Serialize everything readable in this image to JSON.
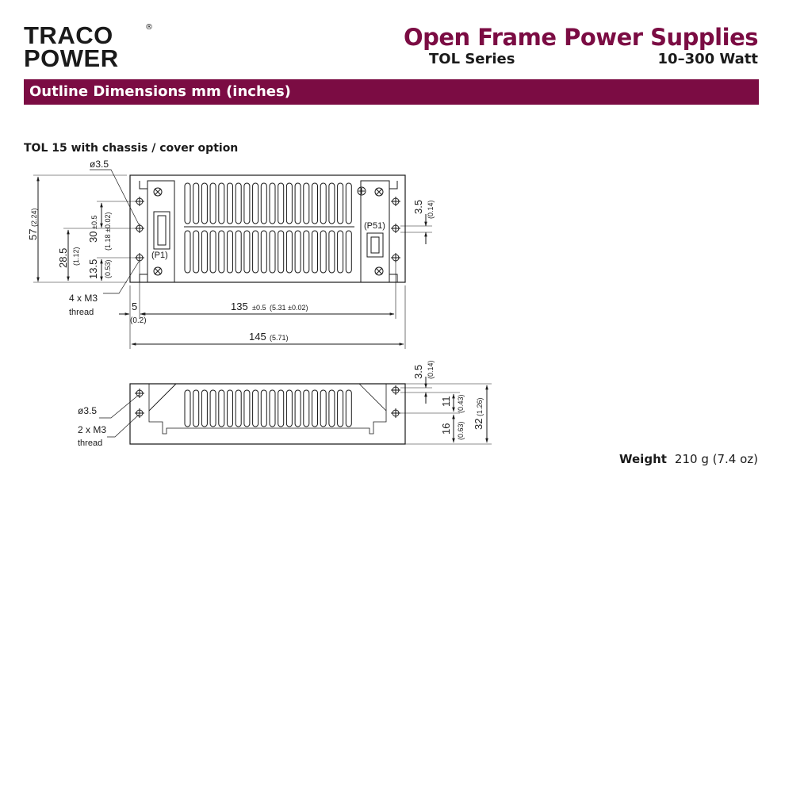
{
  "header": {
    "logo_line1": "TRACO",
    "logo_line2": "POWER",
    "logo_reg": "®",
    "title": "Open Frame Power Supplies",
    "series": "TOL Series",
    "wattage": "10–300 Watt"
  },
  "banner": {
    "label": "Outline Dimensions mm (inches)"
  },
  "section": {
    "subtitle": "TOL 15 with chassis / cover option"
  },
  "drawing": {
    "top_view": {
      "hole_dia": "ø3.5",
      "dim_57": "57",
      "dim_57_in": "(2.24)",
      "dim_30": "30",
      "dim_30_tol": "±0.5",
      "dim_30_in": "(1.18 ±0.02)",
      "dim_28_5": "28.5",
      "dim_28_5_in": "(1.12)",
      "dim_13_5": "13.5",
      "dim_13_5_in": "(0.53)",
      "thread_count": "4 x M3",
      "thread_label": "thread",
      "dim_5": "5",
      "dim_5_in": "(0.2)",
      "dim_135": "135",
      "dim_135_tol": "±0.5",
      "dim_135_in": "(5.31 ±0.02)",
      "dim_145": "145",
      "dim_145_in": "(5.71)",
      "dim_3_5": "3.5",
      "dim_3_5_in": "(0.14)",
      "connector_p1": "(P1)",
      "connector_p51": "(P51)"
    },
    "side_view": {
      "hole_dia": "ø3.5",
      "thread_count": "2 x M3",
      "thread_label": "thread",
      "dim_3_5": "3.5",
      "dim_3_5_in": "(0.14)",
      "dim_11": "11",
      "dim_11_in": "(0.43)",
      "dim_16": "16",
      "dim_16_in": "(0.63)",
      "dim_32": "32",
      "dim_32_in": "(1.26)"
    }
  },
  "weight": {
    "label": "Weight",
    "value": "210 g (7.4 oz)"
  },
  "colors": {
    "brand": "#7b0c43",
    "line": "#1a1a1a"
  }
}
